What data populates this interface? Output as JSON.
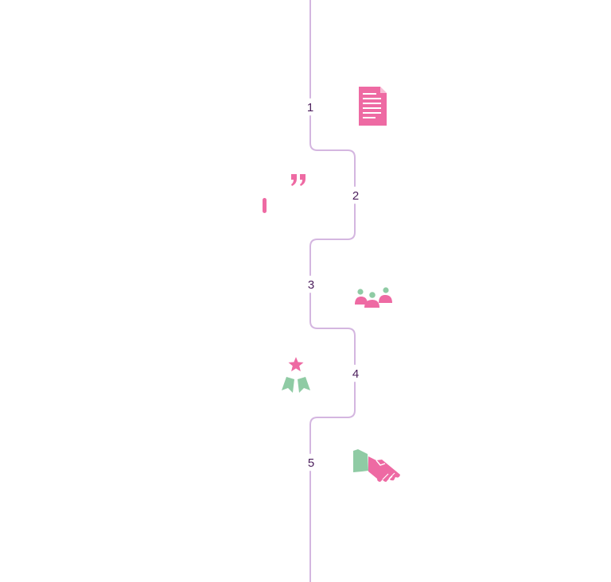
{
  "colors": {
    "line": "#d4b6e0",
    "number": "#4b1e5c",
    "pink": "#ee6aa3",
    "green": "#8fcba4"
  },
  "steps": [
    {
      "number": "1",
      "icon": "document-icon"
    },
    {
      "number": "2",
      "icon": "quote-icon"
    },
    {
      "number": "3",
      "icon": "team-icon"
    },
    {
      "number": "4",
      "icon": "award-icon"
    },
    {
      "number": "5",
      "icon": "handshake-icon"
    }
  ]
}
